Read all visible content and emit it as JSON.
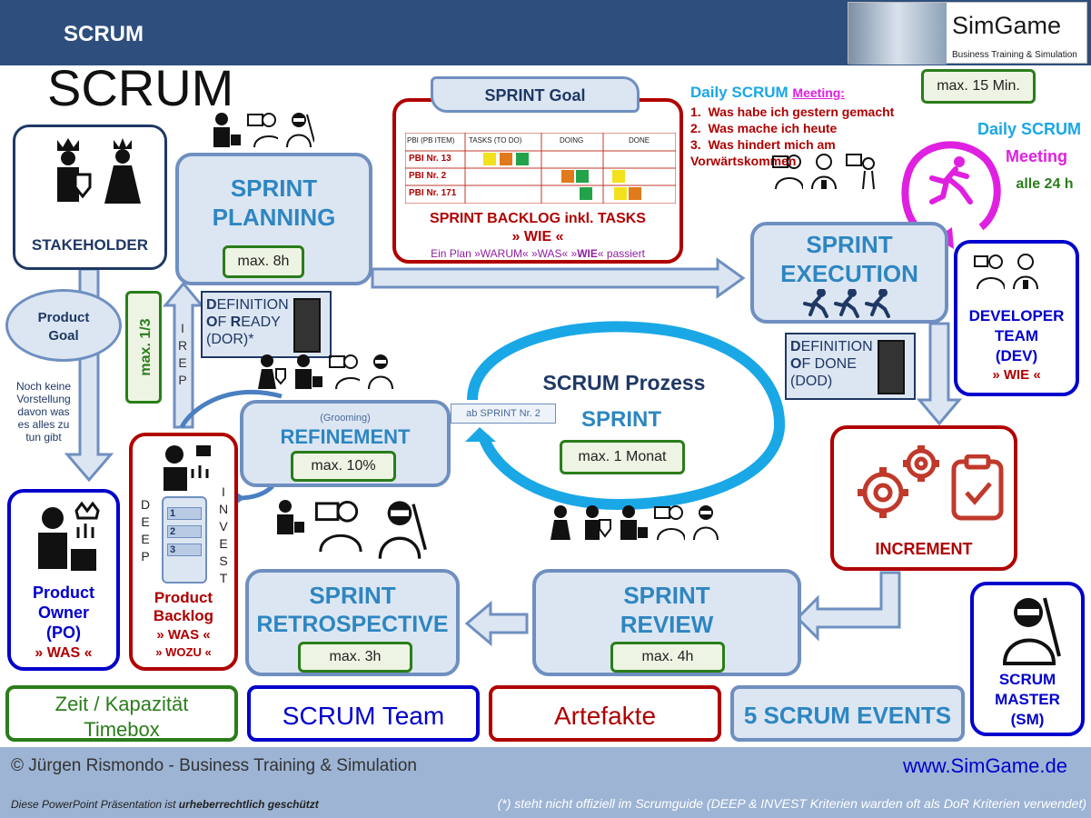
{
  "header": {
    "title": "SCRUM",
    "logo_name": "SimGame",
    "logo_sub": "Business Training & Simulation"
  },
  "main_title": "SCRUM",
  "stakeholder": {
    "label": "STAKEHOLDER"
  },
  "product_goal": {
    "line1": "Product",
    "line2": "Goal"
  },
  "po_note": [
    "Noch keine",
    "Vorstellung",
    "davon was",
    "es alles zu",
    "tun gibt"
  ],
  "max_third": "max. 1/3",
  "irep": [
    "I",
    "R",
    "E",
    "P"
  ],
  "product_owner": {
    "l1": "Product",
    "l2": "Owner",
    "l3": "(PO)",
    "l4": "» WAS «"
  },
  "product_backlog": {
    "l1": "Product",
    "l2": "Backlog",
    "l3": "» WAS «",
    "l4": "» WOZU «"
  },
  "deep": [
    "D",
    "E",
    "E",
    "P"
  ],
  "invest": [
    "I",
    "N",
    "V",
    "E",
    "S",
    "T"
  ],
  "backlog_items": [
    "1",
    "2",
    "3"
  ],
  "sprint_planning": {
    "l1": "SPRINT",
    "l2": "PLANNING",
    "timebox": "max. 8h"
  },
  "dor": {
    "l1a": "D",
    "l1b": "EFINITION",
    "l2a": "O",
    "l2b": "F ",
    "l2c": "R",
    "l2d": "EADY",
    "l3": "(DOR)*"
  },
  "refinement": {
    "grooming": "(Grooming)",
    "title": "REFINEMENT",
    "timebox": "max. 10%"
  },
  "sprint_goal": {
    "title": "SPRINT Goal",
    "headers": [
      "PBI (PB ITEM)",
      "TASKS (TO DO)",
      "DOING",
      "DONE"
    ],
    "rows": [
      "PBI Nr. 13",
      "PBI Nr. 2",
      "PBI Nr. 171"
    ],
    "backlog_title": "SPRINT BACKLOG inkl. TASKS",
    "wie": "» WIE «",
    "plan_a": "Ein Plan »WARUM« »WAS« »",
    "plan_b": "WIE",
    "plan_c": "« passiert"
  },
  "daily": {
    "title": "Daily SCRUM",
    "meeting": "Meeting:",
    "items": [
      "Was habe ich gestern gemacht",
      "Was mache ich heute",
      "Was hindert mich am Vorwärtskommen"
    ],
    "timebox": "max. 15 Min.",
    "r_title": "Daily SCRUM",
    "r_meeting": "Meeting",
    "r_every": "alle 24 h"
  },
  "execution": {
    "l1": "SPRINT",
    "l2": "EXECUTION"
  },
  "dev_team": {
    "l1": "DEVELOPER",
    "l2": "TEAM",
    "l3": "(DEV)",
    "l4": "» WIE «"
  },
  "dod": {
    "l1a": "D",
    "l1b": "EFINITION",
    "l2a": "O",
    "l2b": "F D",
    "l2c": "ONE",
    "l3": "(DOD)"
  },
  "process": {
    "title": "SCRUM Prozess",
    "sprint": "SPRINT",
    "from": "ab SPRINT Nr. 2",
    "timebox": "max. 1 Monat"
  },
  "increment": {
    "label": "INCREMENT"
  },
  "retro": {
    "l1": "SPRINT",
    "l2": "RETROSPECTIVE",
    "timebox": "max. 3h"
  },
  "review": {
    "l1": "SPRINT",
    "l2": "REVIEW",
    "timebox": "max. 4h"
  },
  "scrum_master": {
    "l1": "SCRUM",
    "l2": "MASTER",
    "l3": "(SM)"
  },
  "legend": {
    "timebox_l1": "Zeit / Kapazität",
    "timebox_l2": "Timebox",
    "team": "SCRUM Team",
    "artefacts": "Artefakte",
    "events": "5 SCRUM EVENTS"
  },
  "footer": {
    "copyright": "© Jürgen Rismondo - Business Training & Simulation",
    "url": "www.SimGame.de",
    "notice_a": "Diese PowerPoint Präsentation ist ",
    "notice_b": "urheberrechtlich geschützt",
    "note": "(*) steht nicht offiziell im Scrumguide (DEEP & INVEST Kriterien warden oft als DoR Kriterien verwendet)"
  },
  "colors": {
    "navy": "#2e4f7e",
    "event_fill": "#dce6f2",
    "event_border": "#6f8fc0",
    "team_blue": "#0000cc",
    "artifact_red": "#b00000",
    "timebox_green": "#2a7d1a",
    "title_blue": "#2e86c1",
    "magenta": "#e020e0"
  }
}
